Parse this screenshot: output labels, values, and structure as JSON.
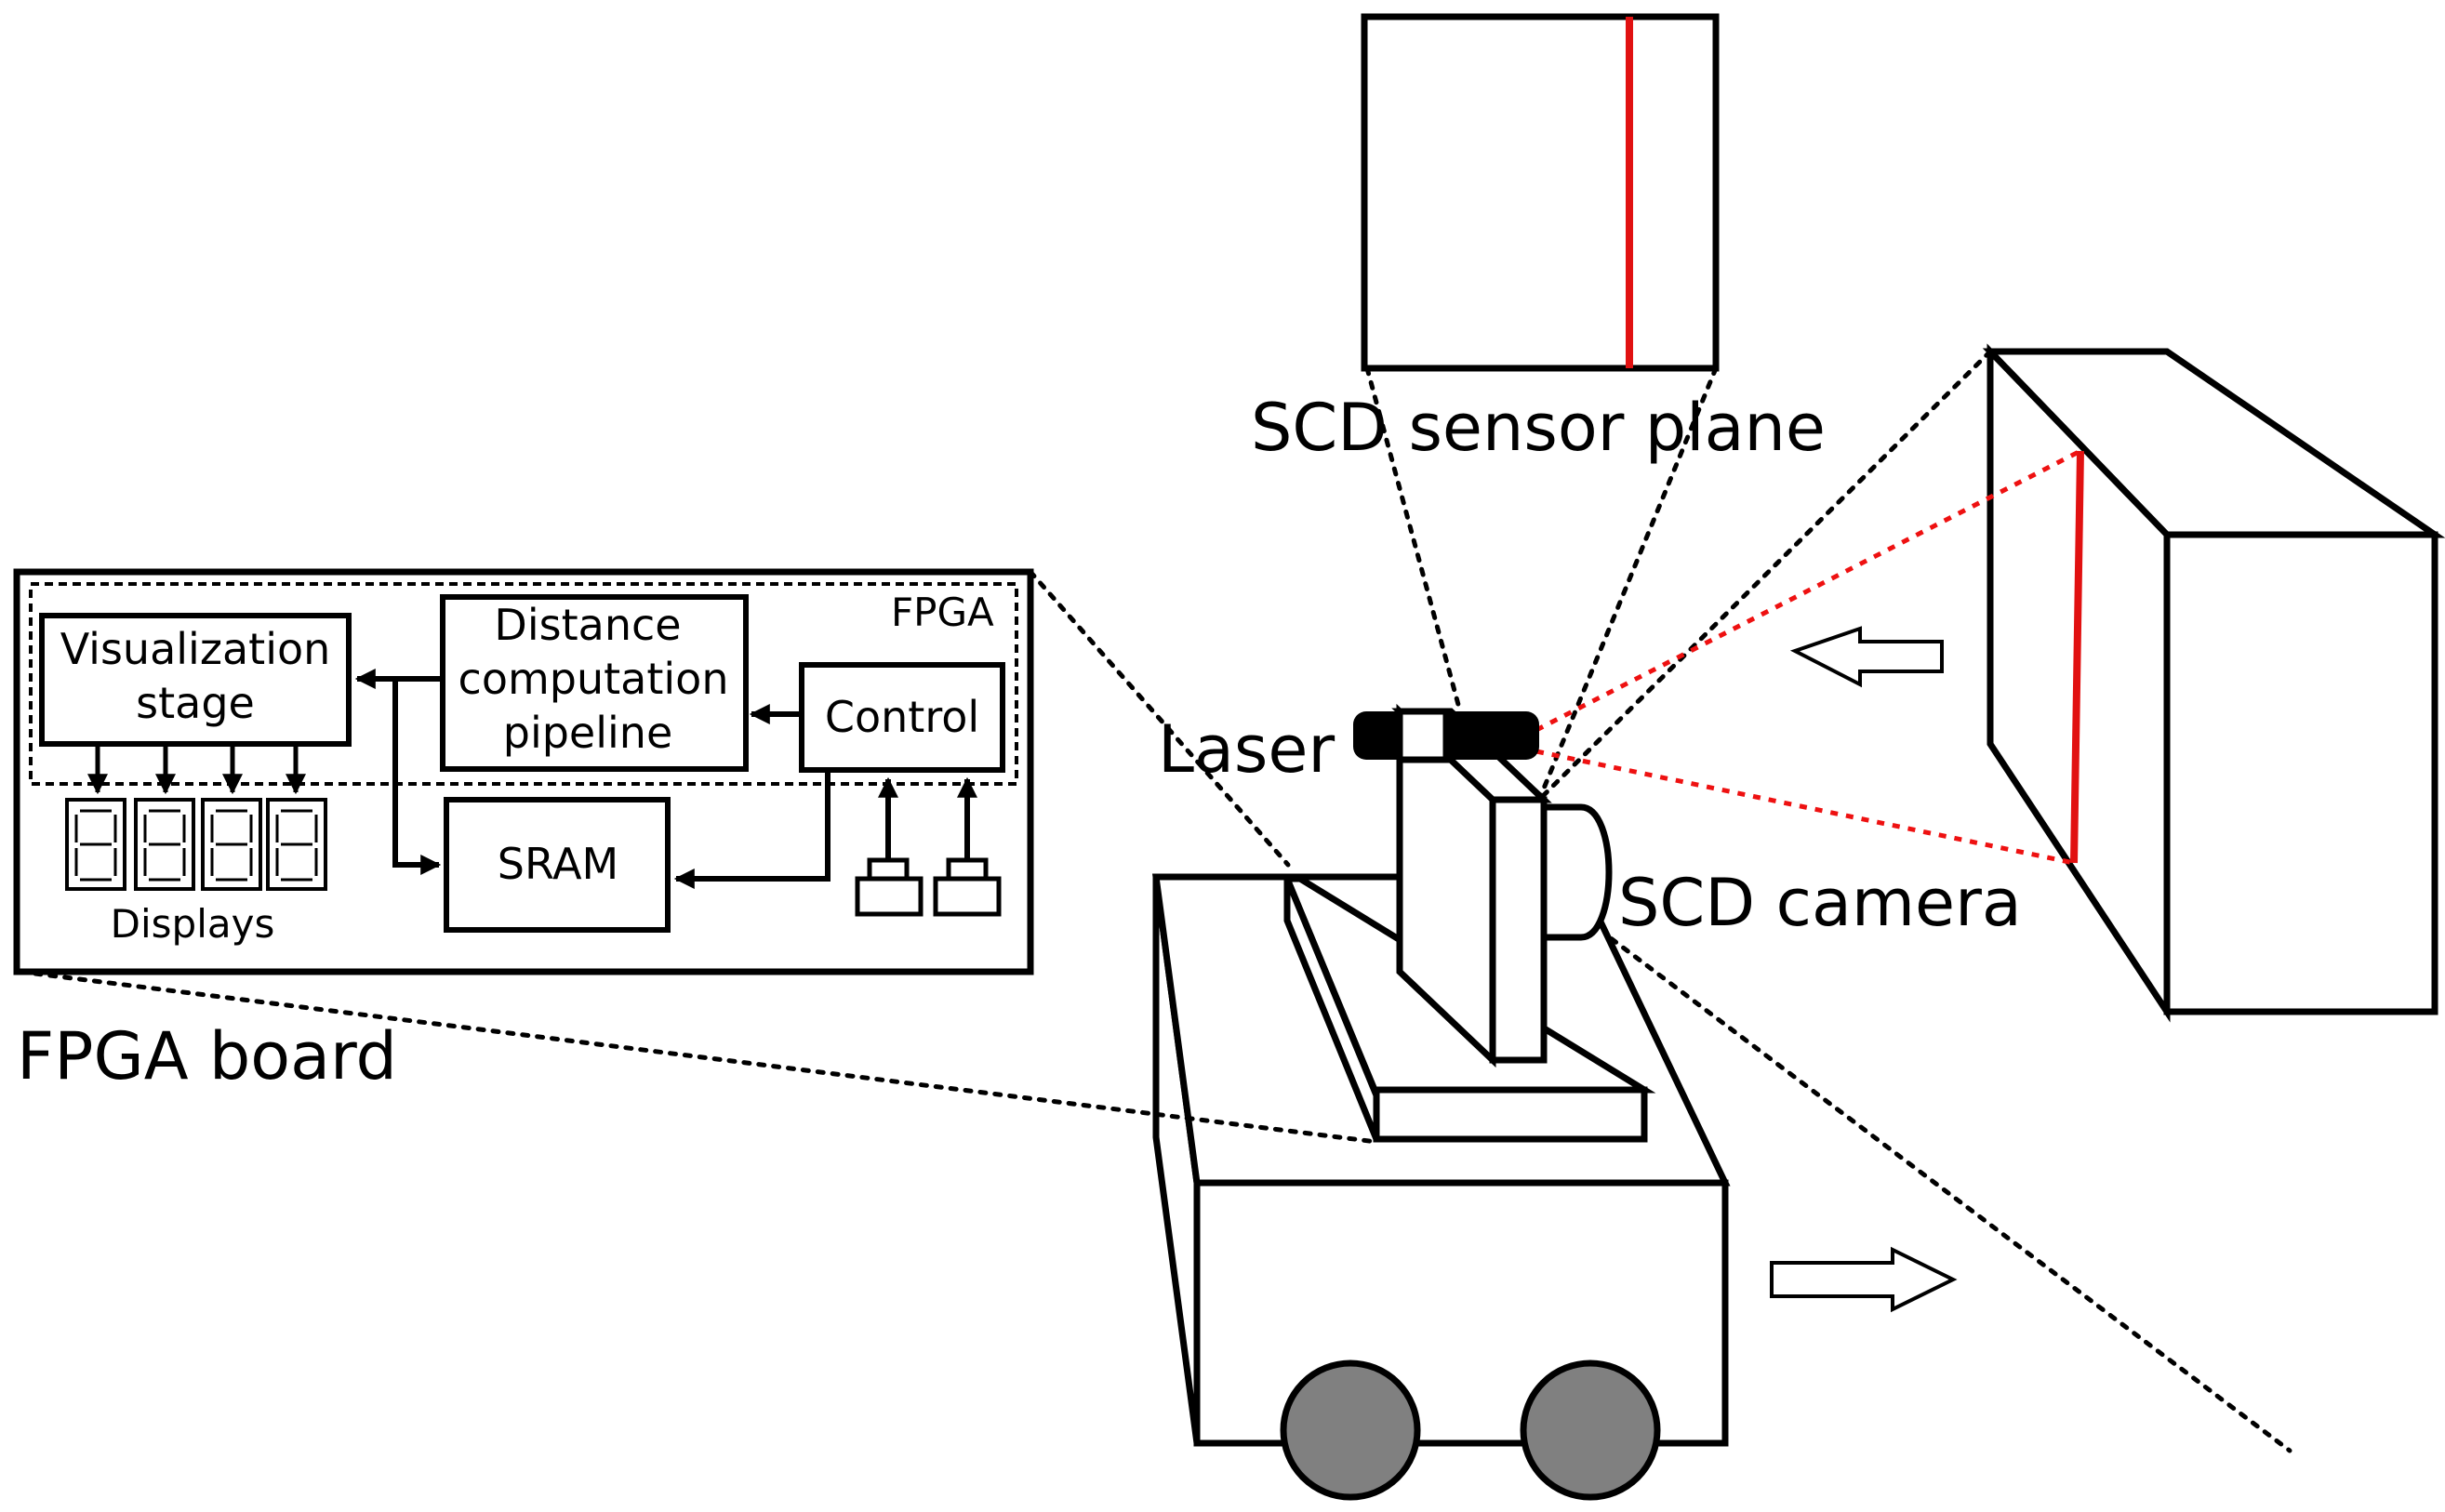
{
  "labels": {
    "sensor_plane": "SCD sensor plane",
    "laser": "Laser",
    "camera": "SCD camera",
    "fpga_board": "FPGA board"
  },
  "board": {
    "fpga_label": "FPGA",
    "visualization": [
      "Visualization",
      "stage"
    ],
    "distance": [
      "Distance",
      "computation",
      "pipeline"
    ],
    "control": "Control",
    "sram": "SRAM",
    "displays": "Displays"
  },
  "icons": {
    "display": "seven-segment-icon",
    "button": "push-button-icon",
    "wheel": "wheel-icon",
    "arrow": "motion-arrow-icon"
  },
  "colors": {
    "laser_line": "#e11111",
    "wheel": "#808080",
    "outline": "#000000"
  }
}
